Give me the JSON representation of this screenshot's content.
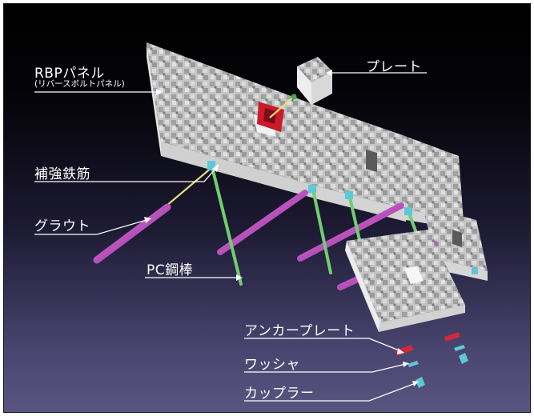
{
  "labels": {
    "rbp_panel": "RBPパネル",
    "rbp_panel_sub": "(リバースボルトパネル)",
    "plate": "プレート",
    "reinforcing_bar": "補強鉄筋",
    "grout": "グラウト",
    "pc_steel_bar": "PC鋼棒",
    "anchor_plate": "アンカープレート",
    "washer": "ワッシャ",
    "coupler": "カップラー"
  },
  "colors": {
    "background_top": "#000000",
    "background_bottom": "#5a5580",
    "panel": "#c9c9c9",
    "grout": "#c855c8",
    "pc_steel_bar": "#6fcf6f",
    "anchor_plate": "#cc2a3a",
    "coupler": "#5cc8d8",
    "label_text": "#ffffff"
  }
}
